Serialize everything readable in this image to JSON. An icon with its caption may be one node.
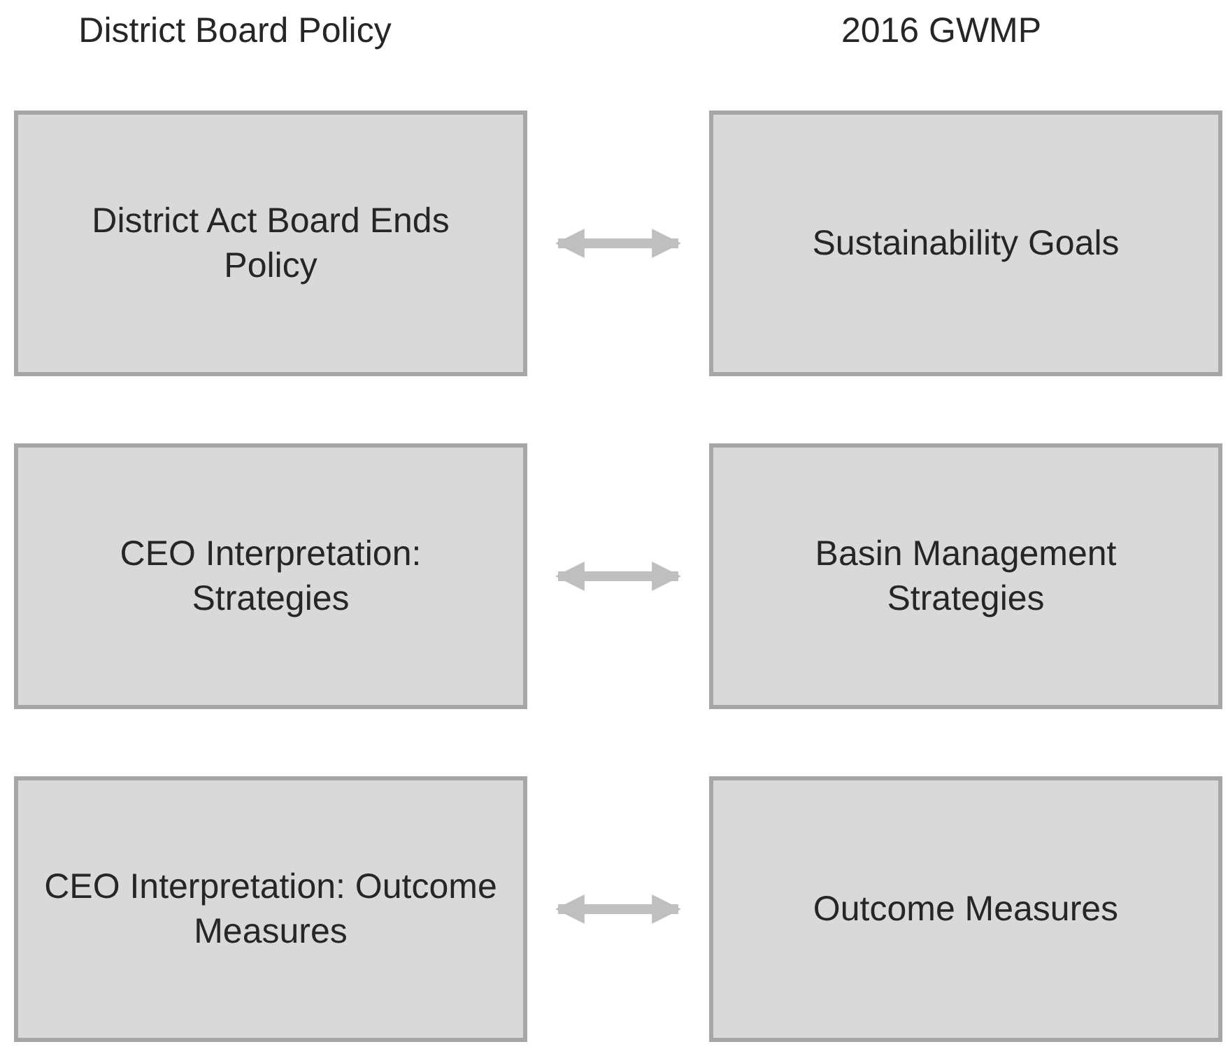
{
  "diagram": {
    "nodes": [
      {
        "text": [
          "District Act Board Ends Policy"
        ]
      },
      {
        "text": [
          "Sustainability Goals"
        ]
      },
      {
        "text": [
          "CEO Interpretation: Strategies"
        ]
      },
      {
        "text": [
          "Basin Management Strategies"
        ]
      },
      {
        "text": [
          "CEO Interpretation: Outcome Measures"
        ]
      },
      {
        "text": [
          "Outcome Measures"
        ]
      }
    ],
    "edges": [
      {
        "from": 0,
        "to": 1,
        "arrow": "both"
      },
      {
        "from": 2,
        "to": 3,
        "arrow": "both"
      },
      {
        "from": 4,
        "to": 5,
        "arrow": "both"
      }
    ],
    "labels": [
      "District Board Policy",
      "2016 GWMP"
    ]
  }
}
